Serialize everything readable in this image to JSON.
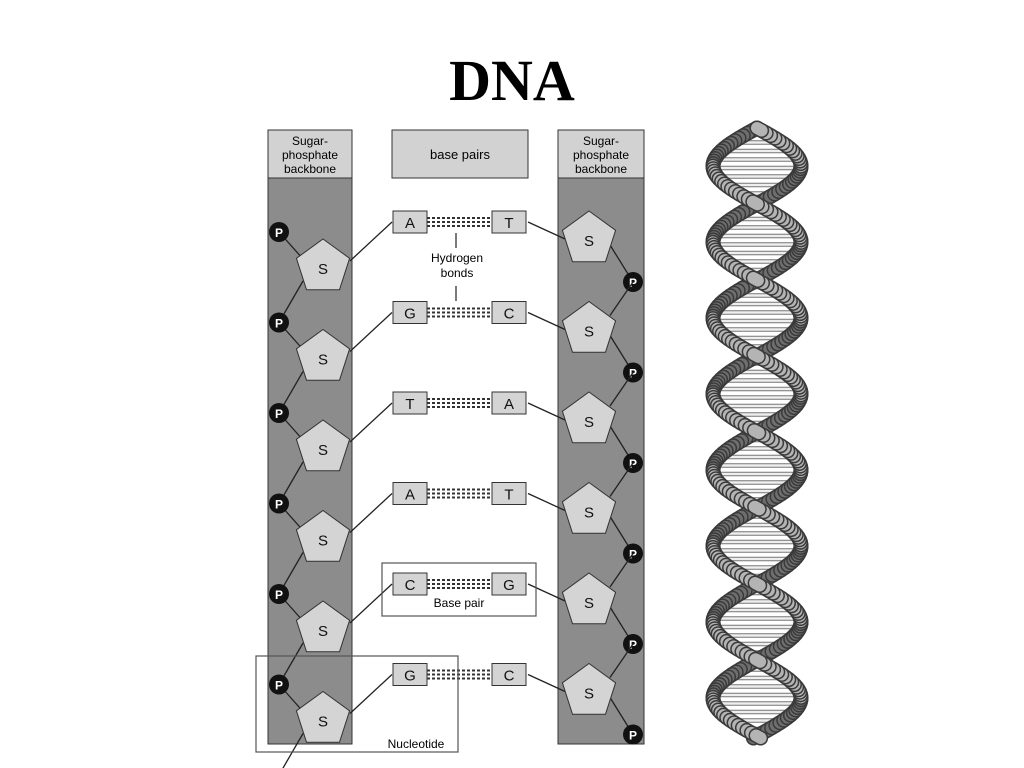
{
  "slide": {
    "title": "DNA"
  },
  "diagram": {
    "left_backbone_label": [
      "Sugar-",
      "phosphate",
      "backbone"
    ],
    "right_backbone_label": [
      "Sugar-",
      "phosphate",
      "backbone"
    ],
    "base_pairs_label": "base pairs",
    "hydrogen_bonds_label": [
      "Hydrogen",
      "bonds"
    ],
    "base_pair_label": "Base pair",
    "nucleotide_label": "Nucleotide",
    "phosphate_symbol": "P",
    "sugar_symbol": "S",
    "pairs": [
      {
        "left": "A",
        "right": "T"
      },
      {
        "left": "G",
        "right": "C"
      },
      {
        "left": "T",
        "right": "A"
      },
      {
        "left": "A",
        "right": "T"
      },
      {
        "left": "C",
        "right": "G"
      },
      {
        "left": "G",
        "right": "C"
      }
    ]
  },
  "colors": {
    "backbone_fill": "#8c8c8c",
    "label_box_fill": "#d2d2d2",
    "pentagon_fill": "#d4d4d4",
    "base_fill": "#d4d4d4",
    "phosphate_fill": "#111111",
    "helix_light": "#b4b4b4",
    "helix_dark": "#6e6e6e"
  }
}
